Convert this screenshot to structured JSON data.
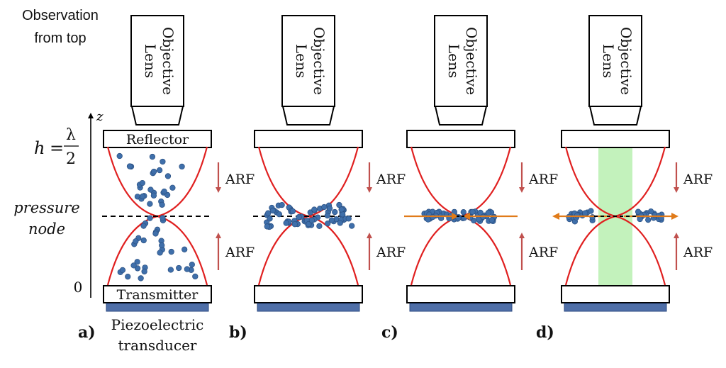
{
  "observation": {
    "line1": "Observation",
    "line2": "from top"
  },
  "objective": {
    "line1": "Objective",
    "line2": "Lens"
  },
  "labels": {
    "reflector": "Reflector",
    "transmitter": "Transmitter",
    "arf": "ARF",
    "piezo_line1": "Piezoelectric",
    "piezo_line2": "transducer"
  },
  "axis": {
    "z": "z",
    "h": "h",
    "equals": "=",
    "lambda": "λ",
    "two": "2",
    "zero": "0",
    "pressure": "pressure",
    "node": "node"
  },
  "panels": [
    {
      "label": "a)"
    },
    {
      "label": "b)"
    },
    {
      "label": "c)"
    },
    {
      "label": "d)"
    }
  ],
  "colors": {
    "field_curve": "#e02020",
    "particle": "#3f6faa",
    "particle_edge": "#2a4f80",
    "arf_arrow": "#c0504d",
    "lateral_arrow": "#e07b1a",
    "transducer": "#4f6fa8",
    "illumination": "#b8f0b0"
  }
}
